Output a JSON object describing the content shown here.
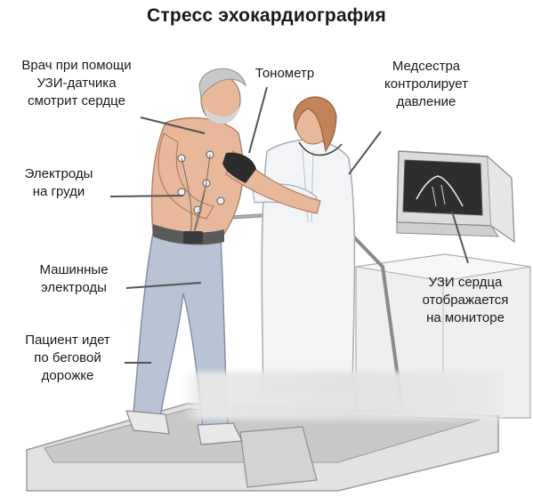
{
  "title": "Стресс эхокардиография",
  "labels": {
    "doctor": [
      "Врач при помощи",
      "УЗИ-датчика",
      "смотрит сердце"
    ],
    "tonometer": [
      "Тонометр"
    ],
    "nurse": [
      "Медсестра",
      "контролирует",
      "давление"
    ],
    "chest_electrodes": [
      "Электроды",
      "на груди"
    ],
    "machine_electrodes": [
      "Машинные",
      "электроды"
    ],
    "ultrasound": [
      "УЗИ сердца",
      "отображается",
      "на мониторе"
    ],
    "patient": [
      "Пациент идет",
      "по беговой",
      "дорожке"
    ]
  },
  "colors": {
    "skin": "#e7b89a",
    "skin_shade": "#c98e70",
    "pants": "#b9c3d6",
    "coat": "#f2f4f6",
    "hair": "#c9c9c9",
    "treadmill": "#d9d9d9",
    "cuff": "#2b2b2b",
    "leader": "#555555"
  },
  "icons": {
    "monitor": "ultrasound-monitor-icon",
    "treadmill": "treadmill-icon"
  }
}
